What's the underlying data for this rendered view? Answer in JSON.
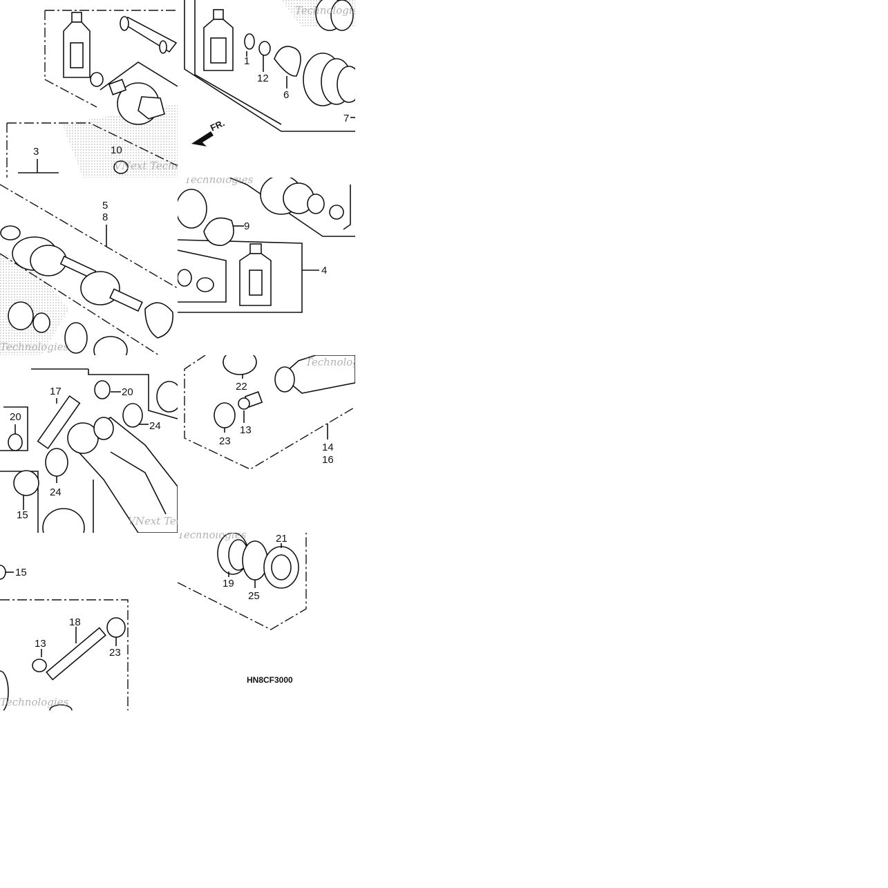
{
  "diagram": {
    "code": "HN8CF3000",
    "direction_label": "FR.",
    "watermark_a": "VNext Technologies",
    "watermark_b": "Technologies",
    "tiles": [
      {
        "id": "t1",
        "labels": [
          "3",
          "10"
        ]
      },
      {
        "id": "t2",
        "labels": [
          "1",
          "12",
          "6",
          "7"
        ]
      },
      {
        "id": "t3",
        "labels": [
          "5",
          "8"
        ]
      },
      {
        "id": "t4",
        "labels": [
          "9",
          "4"
        ]
      },
      {
        "id": "t5",
        "labels": [
          "17",
          "20",
          "20",
          "24",
          "24",
          "15"
        ]
      },
      {
        "id": "t6",
        "labels": [
          "22",
          "23",
          "13",
          "14",
          "16"
        ]
      },
      {
        "id": "t7",
        "labels": [
          "15",
          "18",
          "13",
          "23"
        ]
      },
      {
        "id": "t8",
        "labels": [
          "21",
          "19",
          "25"
        ]
      }
    ]
  }
}
